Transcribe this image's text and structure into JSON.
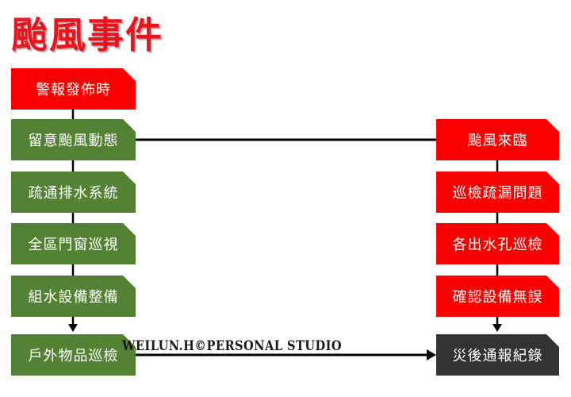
{
  "title": "颱風事件",
  "left_steps": [
    "警報發佈時",
    "留意颱風動態",
    "疏通排水系統",
    "全區門窗巡視",
    "組水設備整備",
    "戶外物品巡檢"
  ],
  "right_steps": [
    "颱風來臨",
    "巡檢疏漏問題",
    "各出水孔巡檢",
    "確認設備無誤",
    "災後通報紀錄"
  ],
  "watermark": "WEILUN.H©PERSONAL STUDIO",
  "colors": {
    "red": "#fa0000",
    "green": "#548235",
    "dark": "#333333",
    "title": "#e8141e"
  }
}
